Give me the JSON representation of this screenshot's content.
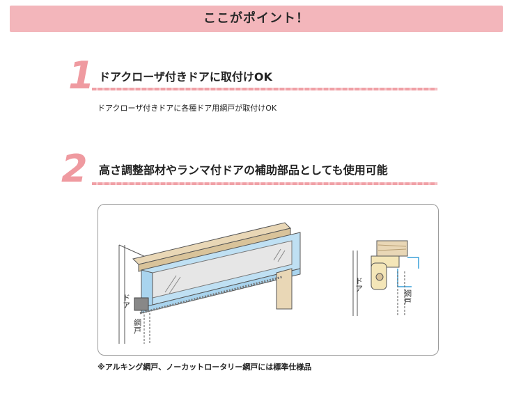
{
  "banner": {
    "title": "ここがポイント！"
  },
  "points": [
    {
      "number": "1",
      "heading": "ドアクローザ付きドアに取付けOK",
      "description": "ドアクローザ付きドアに各種ドア用網戸が取付けOK"
    },
    {
      "number": "2",
      "heading": "高さ調整部材やランマ付ドアの補助部品としても使用可能"
    }
  ],
  "figure": {
    "labels": {
      "door": "ドア",
      "screen": "網戸"
    }
  },
  "footnote": "※アルキング網戸、ノーカットロータリー網戸には標準仕様品",
  "colors": {
    "banner": "#f3b6bb",
    "accent_number": "#ef9aa0",
    "frame_blue": "#a9d4ee",
    "wood": "#e9d7b6"
  }
}
